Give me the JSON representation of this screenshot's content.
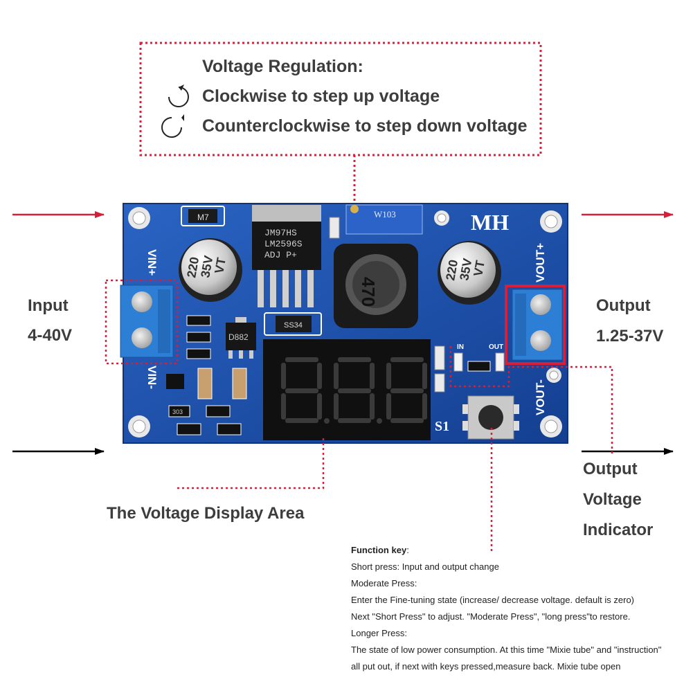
{
  "regulation": {
    "title": "Voltage Regulation:",
    "clockwise": "Clockwise to step up voltage",
    "counterclockwise": "Counterclockwise to step down voltage"
  },
  "input": {
    "label": "Input",
    "range": "4-40V"
  },
  "output": {
    "label": "Output",
    "range": "1.25-37V"
  },
  "indicator": {
    "line1": "Output",
    "line2": "Voltage",
    "line3": "Indicator"
  },
  "display_area_label": "The Voltage Display Area",
  "board": {
    "brand": "MH",
    "chip_line1": "JM97HS",
    "chip_line2": "LM2596S",
    "chip_line3": "ADJ  P+",
    "cap_left": [
      "220",
      "35V",
      "VT"
    ],
    "cap_right": [
      "220",
      "35V",
      "VT"
    ],
    "inductor": "470",
    "pot": "W103",
    "diode": "SS34",
    "transistor": "D882",
    "smd_m7": "M7",
    "smd_303": "303",
    "switch": "S1",
    "vin_plus": "VIN+",
    "vin_minus": "VIN-",
    "vout_plus": "VOUT+",
    "vout_minus": "VOUT-",
    "led_in": "IN",
    "led_out": "OUT"
  },
  "function_key": {
    "title": "Function key",
    "title_suffix": ":",
    "lines": [
      "Short press: Input and output change",
      "Moderate Press:",
      "Enter the Fine-tuning state (increase/ decrease voltage. default is zero)",
      "Next \"Short Press\" to adjust. \"Moderate Press\", \"long press\"to restore.",
      "Longer Press:",
      "The state of low power consumption. At this time \"Mixie tube\" and \"instruction\"",
      "all put out, if next with keys pressed,measure back. Mixie tube open"
    ]
  },
  "colors": {
    "annotation_red": "#d6203a",
    "pcb_blue": "#1a4fa8",
    "terminal_blue": "#2d7fd6",
    "arrow_black": "#000000"
  }
}
